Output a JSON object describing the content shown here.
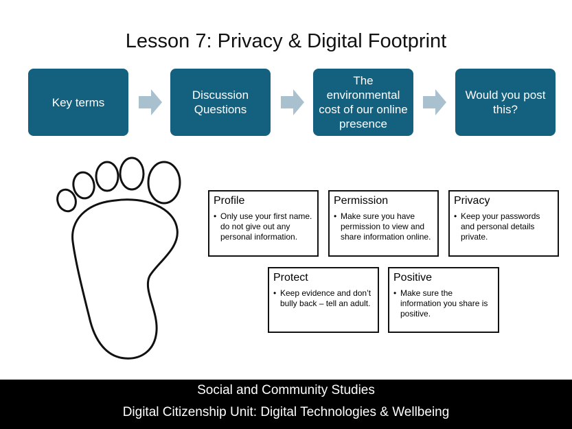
{
  "title": "Lesson 7: Privacy & Digital Footprint",
  "steps": [
    {
      "label": "Key terms"
    },
    {
      "label": "Discussion Questions"
    },
    {
      "label": "The environmental cost of our online presence"
    },
    {
      "label": "Would you post this?"
    }
  ],
  "cards": [
    {
      "title": "Profile",
      "text": "Only use your first name. do not give out any personal information."
    },
    {
      "title": "Permission",
      "text": "Make sure you have permission to view and share information online."
    },
    {
      "title": "Privacy",
      "text": "Keep your passwords and personal details private."
    },
    {
      "title": "Protect",
      "text": "Keep evidence and don’t bully back – tell an adult."
    },
    {
      "title": "Positive",
      "text": "Make sure the information you share is positive."
    }
  ],
  "footer": {
    "line1": "Social and Community Studies",
    "line2": "Digital Citizenship Unit: Digital Technologies & Wellbeing"
  },
  "icons": {
    "footprint": "footprint-icon",
    "arrow": "arrow-right-icon"
  },
  "colors": {
    "step_bg": "#14607f",
    "arrow": "#a9c1cf",
    "footer_bg": "#000000"
  }
}
